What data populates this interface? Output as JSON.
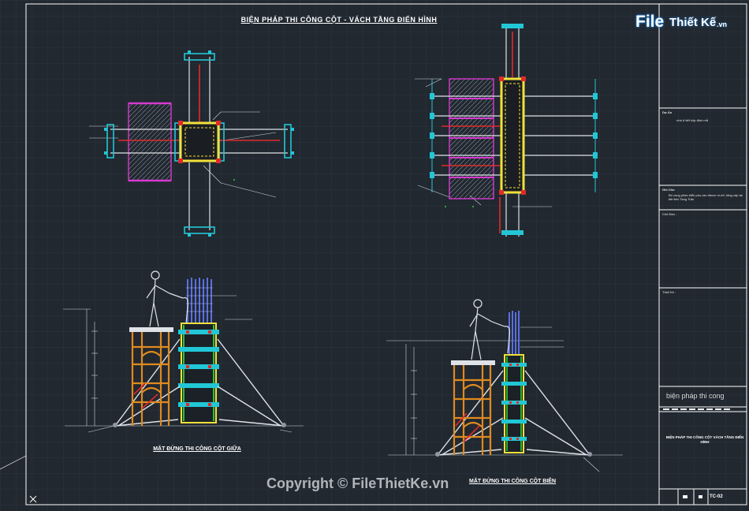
{
  "sheet_title": "BIỆN PHÁP THI CÔNG CỘT - VÁCH TẦNG ĐIỂN HÌNH",
  "captions": {
    "elevation_middle": "MẶT ĐỨNG THI CÔNG CỘT GIỮA",
    "elevation_edge": "MẶT ĐỨNG THI CÔNG CỘT BIÊN"
  },
  "title_block": {
    "du_an_label": "Dự Án",
    "du_an_value": "nhà ở tiết hộp định mẫ",
    "ghi_chu_label": "Ghi Chú",
    "ghi_chu_value": "Bố cong phần biển phụ cầc thecm m.nở, tăng cấp tại tiết tiếu Tầng Trận",
    "chu_dau_tu_label": "Chủ Đầu :",
    "thiet_ke_label": "Thiết Kế :",
    "drawing_name": "biện pháp thi cong",
    "drawing_title_bold": "BIỆN PHÁP THI CÔNG CỘT VÁCH TẦNG ĐIỂN HÌNH",
    "sheet_code": "TC-02"
  },
  "watermark": {
    "copyright": "Copyright © FileThietKe.vn",
    "logo_file": "File",
    "logo_thietke": "Thiết Kế",
    "logo_vn": ".vn"
  },
  "colors": {
    "background": "#212830",
    "frame": "#ffffff",
    "cyan": "#22c7d6",
    "magenta": "#d63ad0",
    "yellow": "#f2e13a",
    "red": "#e02a2a",
    "orange": "#e08a1e",
    "blue": "#5b6fe0",
    "green": "#2ed13a"
  }
}
